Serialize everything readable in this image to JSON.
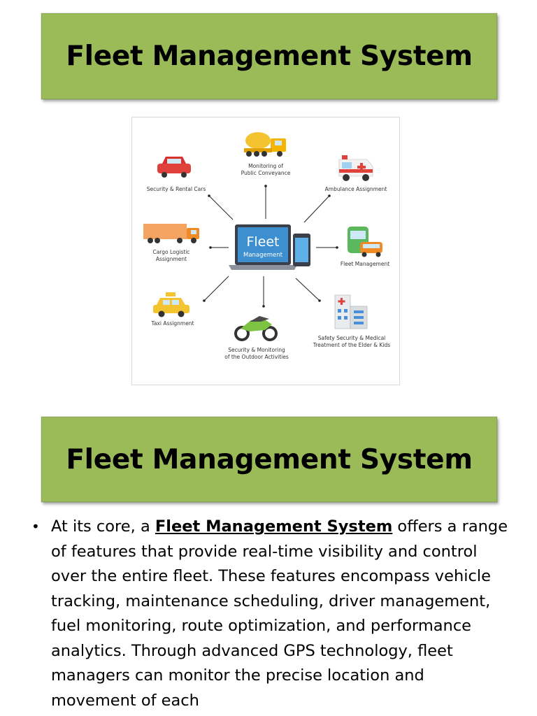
{
  "slide1": {
    "title": "Fleet Management System"
  },
  "diagram": {
    "center": {
      "line1": "Fleet",
      "line2": "Management"
    },
    "nodes": [
      {
        "icon": "concrete-mixer-truck-icon",
        "label_lines": [
          "Monitoring of",
          "Public Conveyance"
        ]
      },
      {
        "icon": "ambulance-icon",
        "label_lines": [
          "Ambulance Assignment"
        ]
      },
      {
        "icon": "bus-and-car-icon",
        "label_lines": [
          "Fleet Management"
        ]
      },
      {
        "icon": "hospital-icon",
        "label_lines": [
          "Safety Security & Medical",
          "Treatment of the Elder & Kids"
        ]
      },
      {
        "icon": "motorcycle-icon",
        "label_lines": [
          "Security & Monitoring",
          "of the Outdoor Activities"
        ]
      },
      {
        "icon": "taxi-icon",
        "label_lines": [
          "Taxi Assignment"
        ]
      },
      {
        "icon": "cargo-truck-icon",
        "label_lines": [
          "Cargo Logistic",
          "Assignment"
        ]
      },
      {
        "icon": "red-car-icon",
        "label_lines": [
          "Security & Rental Cars"
        ]
      }
    ]
  },
  "slide2": {
    "title": "Fleet Management System",
    "bullet": {
      "intro": "At its core, a ",
      "highlight": "Fleet Management System",
      "rest": " offers a range of features that provide real-time visibility and control over the entire fleet. These features encompass vehicle tracking, maintenance scheduling, driver management, fuel monitoring, route optimization, and performance analytics. Through advanced GPS technology, fleet managers can monitor the precise location and movement of each"
    }
  },
  "colors": {
    "title_band": "#9bbb59",
    "screen_blue": "#3e8fcf"
  }
}
